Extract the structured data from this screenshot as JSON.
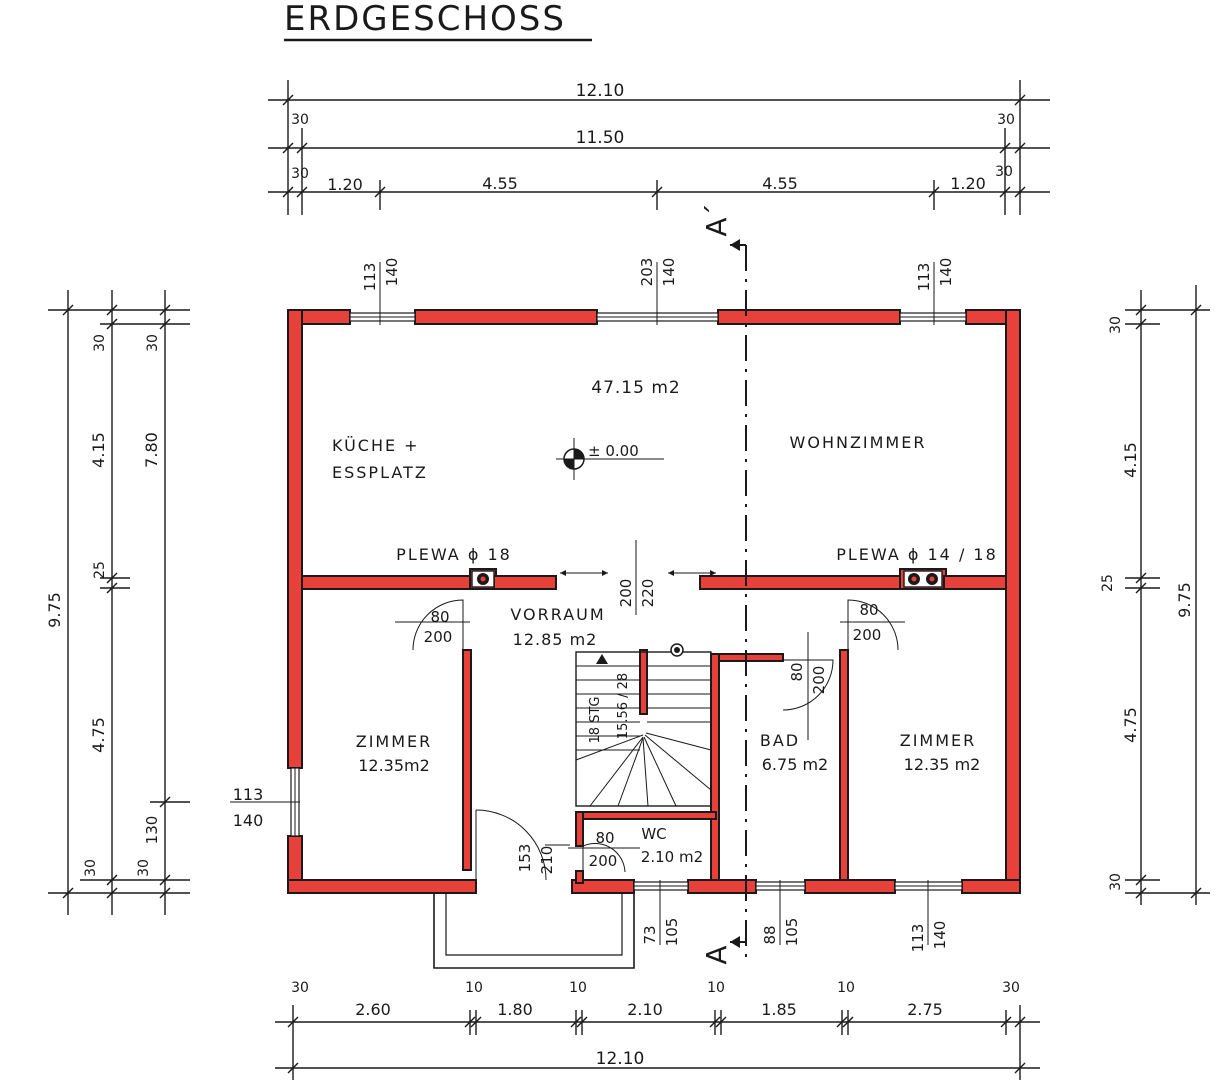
{
  "title": "ERDGESCHOSS",
  "section_marker": {
    "top": "A´",
    "bottom": "A"
  },
  "top_dims": {
    "total": "12.10",
    "inner": "11.50",
    "wall_left_1": "30",
    "wall_left_2": "30",
    "wall_right_1": "30",
    "wall_right_2": "30",
    "segments": [
      "1.20",
      "4.55",
      "4.55",
      "1.20"
    ]
  },
  "bottom_dims": {
    "total": "12.10",
    "wall_marks": [
      "30",
      "10",
      "10",
      "10",
      "10",
      "30"
    ],
    "segments": [
      "2.60",
      "1.80",
      "2.10",
      "1.85",
      "2.75"
    ]
  },
  "left_dims": {
    "total": "9.75",
    "inner": "7.80",
    "wall_top_1": "30",
    "wall_top_2": "30",
    "upper": "4.15",
    "mid": "25",
    "lower": "4.75",
    "window": "130",
    "wall_bottom_1": "30",
    "wall_bottom_2": "30"
  },
  "right_dims": {
    "total": "9.75",
    "wall_top": "30",
    "upper": "4.15",
    "mid": "25",
    "lower": "4.75",
    "wall_bottom": "30"
  },
  "openings": {
    "top_left": [
      "113",
      "140"
    ],
    "top_mid": [
      "203",
      "140"
    ],
    "top_right": [
      "113",
      "140"
    ],
    "left_win": [
      "113",
      "140"
    ],
    "bottom_wc": [
      "73",
      "105"
    ],
    "bottom_bad": [
      "88",
      "105"
    ],
    "bottom_right": [
      "113",
      "140"
    ],
    "passage": [
      "200",
      "220"
    ],
    "door_entry": [
      "153",
      "210"
    ]
  },
  "rooms": {
    "living_area": "47.15 m2",
    "kitchen_line1": "KÜCHE +",
    "kitchen_line2": "ESSPLATZ",
    "living_name": "WOHNZIMMER",
    "level": "± 0.00",
    "chimney_left": "PLEWA ϕ 18",
    "chimney_right": "PLEWA ϕ 14 / 18",
    "hall_name": "VORRAUM",
    "hall_area": "12.85 m2",
    "room_left_name": "ZIMMER",
    "room_left_area": "12.35m2",
    "bath_name": "BAD",
    "bath_area": "6.75 m2",
    "room_right_name": "ZIMMER",
    "room_right_area": "12.35 m2",
    "wc_name": "WC",
    "wc_area": "2.10 m2",
    "stairs_a": "18 STG",
    "stairs_b": "15.56 / 28"
  },
  "doors": {
    "left_w": "80",
    "left_h": "200",
    "right_w": "80",
    "right_h": "200",
    "bath_w": "80",
    "bath_h": "200",
    "wc_w": "80",
    "wc_h": "200"
  },
  "colors": {
    "wall": "#e8413c",
    "line": "#1a1a1a"
  }
}
